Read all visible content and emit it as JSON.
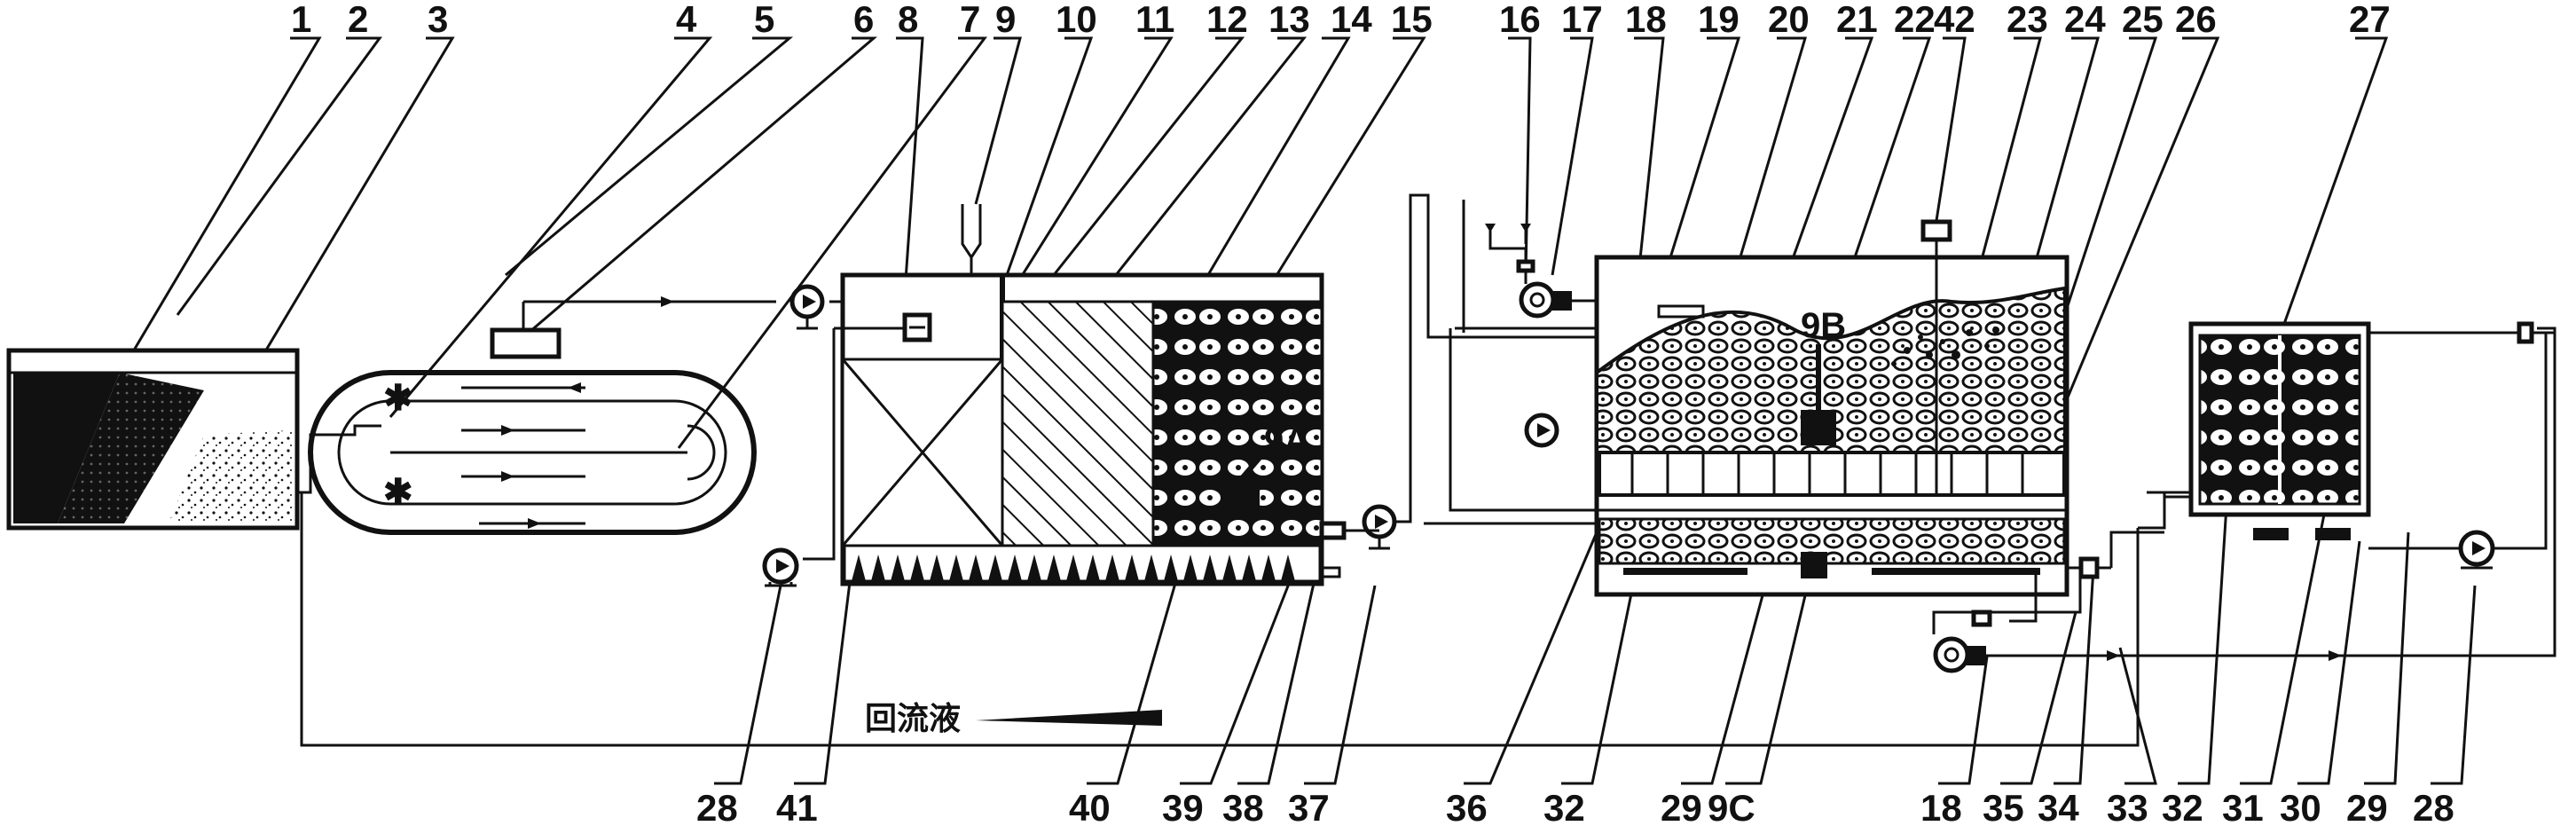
{
  "top_numbers": [
    "1",
    "2",
    "3",
    "4",
    "5",
    "6",
    "7",
    "8",
    "9",
    "10",
    "11",
    "12",
    "13",
    "14",
    "15",
    "16",
    "17",
    "18",
    "19",
    "20",
    "21",
    "22",
    "42",
    "23",
    "24",
    "25",
    "26",
    "27"
  ],
  "bottom_numbers": [
    "28",
    "41",
    "40",
    "39",
    "38",
    "37",
    "36",
    "32",
    "29",
    "9C",
    "18",
    "35",
    "34",
    "33",
    "32",
    "31",
    "30",
    "29",
    "28"
  ],
  "inner_labels": {
    "label_9a": "9A",
    "label_9b": "9B"
  },
  "return_flow_label": "回流液",
  "colors": {
    "line": "#111111",
    "background": "#ffffff"
  }
}
